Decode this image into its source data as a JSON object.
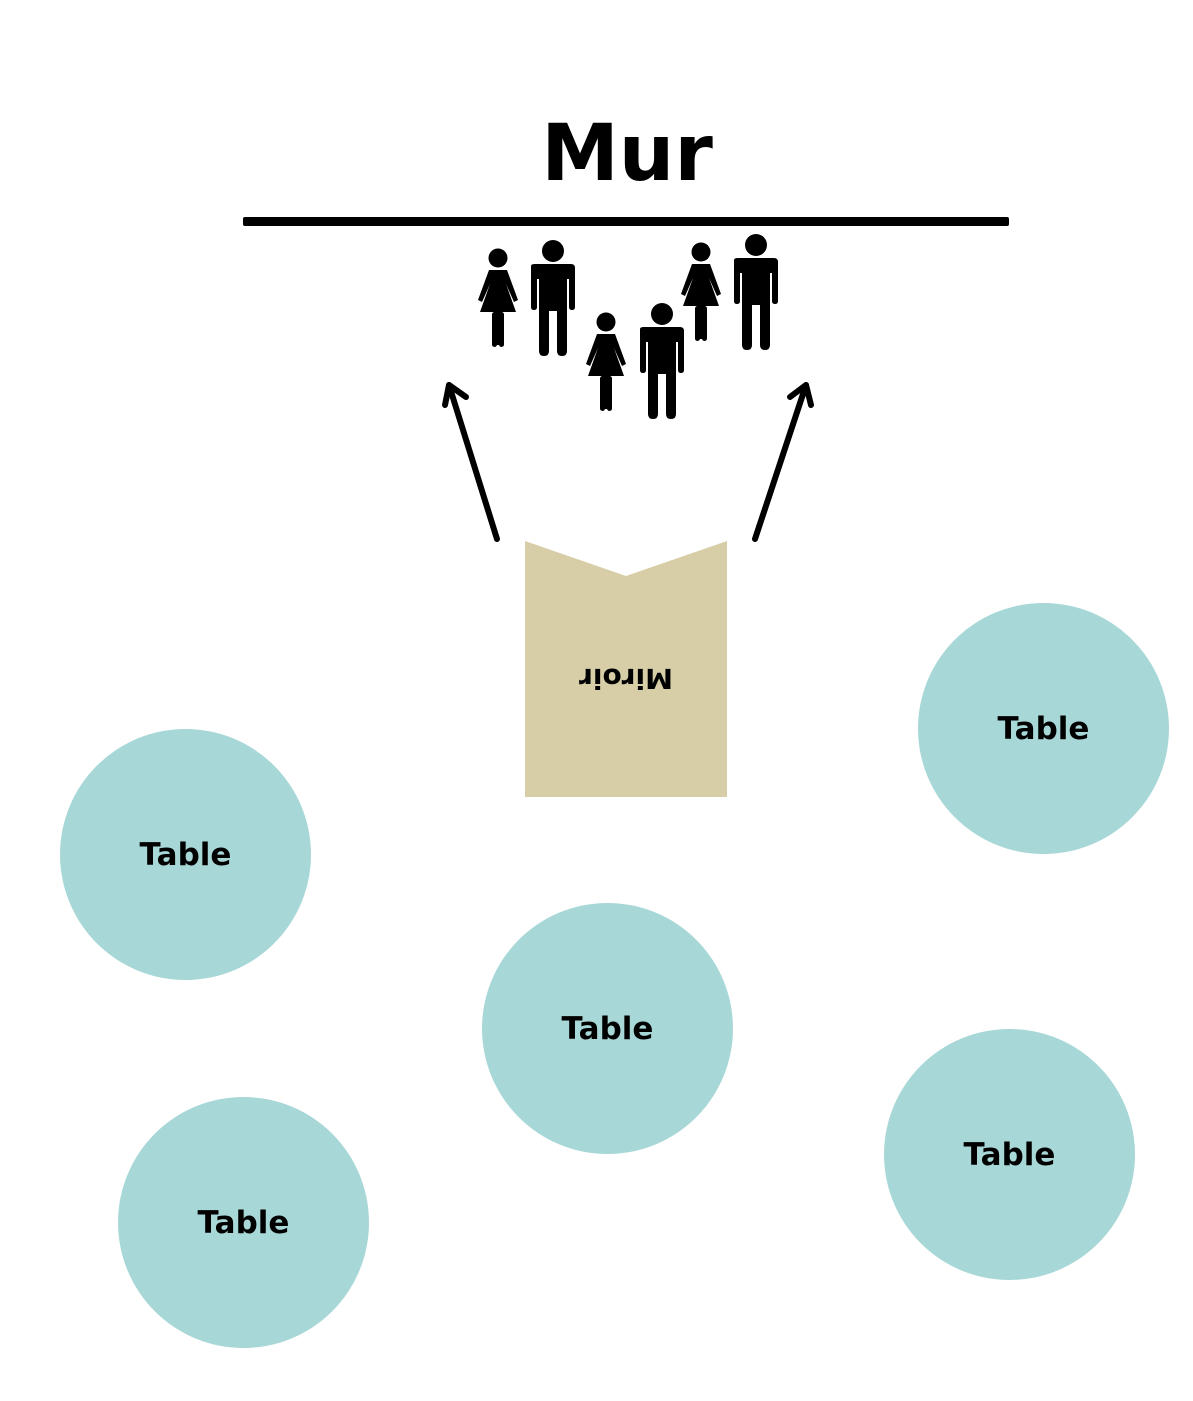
{
  "wall": {
    "label": "Mur"
  },
  "mirror": {
    "label": "Miroir",
    "color": "#d7cda7"
  },
  "tables": [
    {
      "label": "Table"
    },
    {
      "label": "Table"
    },
    {
      "label": "Table"
    },
    {
      "label": "Table"
    },
    {
      "label": "Table"
    }
  ],
  "colors": {
    "table": "#a8d7d7",
    "ink": "#000000"
  },
  "people": [
    "woman-icon",
    "man-icon",
    "woman-icon",
    "man-icon",
    "woman-icon",
    "man-icon"
  ]
}
